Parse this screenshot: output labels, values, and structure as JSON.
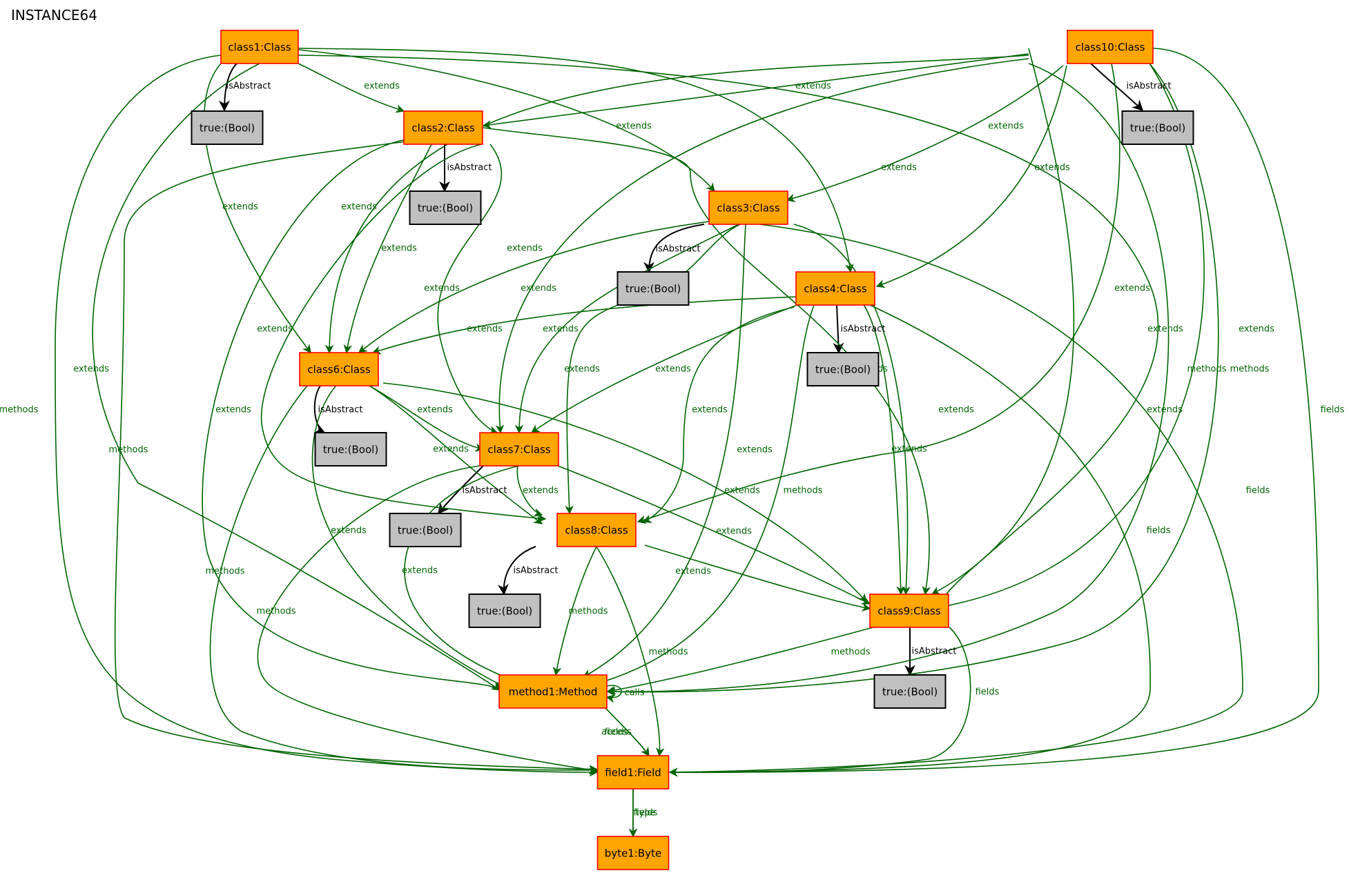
{
  "title": "INSTANCE64",
  "colors": {
    "class_fill": "#ffa500",
    "class_stroke": "#ff0000",
    "bool_fill": "#c0c0c0",
    "bool_stroke": "#000000",
    "edge_green": "#006400",
    "edge_black": "#000000"
  },
  "nodes": [
    {
      "id": "c1",
      "label": "class1:Class",
      "kind": "class"
    },
    {
      "id": "c10",
      "label": "class10:Class",
      "kind": "class"
    },
    {
      "id": "b1",
      "label": "true:(Bool)",
      "kind": "bool"
    },
    {
      "id": "b10",
      "label": "true:(Bool)",
      "kind": "bool"
    },
    {
      "id": "c2",
      "label": "class2:Class",
      "kind": "class"
    },
    {
      "id": "b2",
      "label": "true:(Bool)",
      "kind": "bool"
    },
    {
      "id": "c3",
      "label": "class3:Class",
      "kind": "class"
    },
    {
      "id": "b3",
      "label": "true:(Bool)",
      "kind": "bool"
    },
    {
      "id": "c4",
      "label": "class4:Class",
      "kind": "class"
    },
    {
      "id": "b4",
      "label": "true:(Bool)",
      "kind": "bool"
    },
    {
      "id": "c6",
      "label": "class6:Class",
      "kind": "class"
    },
    {
      "id": "b6",
      "label": "true:(Bool)",
      "kind": "bool"
    },
    {
      "id": "c7",
      "label": "class7:Class",
      "kind": "class"
    },
    {
      "id": "b7",
      "label": "true:(Bool)",
      "kind": "bool"
    },
    {
      "id": "c8",
      "label": "class8:Class",
      "kind": "class"
    },
    {
      "id": "b8",
      "label": "true:(Bool)",
      "kind": "bool"
    },
    {
      "id": "c9",
      "label": "class9:Class",
      "kind": "class"
    },
    {
      "id": "b9",
      "label": "true:(Bool)",
      "kind": "bool"
    },
    {
      "id": "m1",
      "label": "method1:Method",
      "kind": "class"
    },
    {
      "id": "f1",
      "label": "field1:Field",
      "kind": "class"
    },
    {
      "id": "by1",
      "label": "byte1:Byte",
      "kind": "class"
    }
  ],
  "edges": [
    {
      "id": "e1",
      "label": "isAbstract"
    },
    {
      "id": "e2",
      "label": "isAbstract"
    },
    {
      "id": "e3",
      "label": "isAbstract"
    },
    {
      "id": "e4",
      "label": "isAbstract"
    },
    {
      "id": "e5",
      "label": "isAbstract"
    },
    {
      "id": "e6",
      "label": "isAbstract"
    },
    {
      "id": "e7",
      "label": "isAbstract"
    },
    {
      "id": "e8",
      "label": "isAbstract"
    },
    {
      "id": "e9",
      "label": "isAbstract"
    },
    {
      "id": "e10",
      "label": "extends"
    },
    {
      "id": "e11",
      "label": "extends"
    },
    {
      "id": "e12",
      "label": "extends"
    },
    {
      "id": "e13",
      "label": "extends"
    },
    {
      "id": "e14",
      "label": "extends"
    },
    {
      "id": "e15",
      "label": "extends"
    },
    {
      "id": "e16",
      "label": "extends"
    },
    {
      "id": "e17",
      "label": "extends"
    },
    {
      "id": "e18",
      "label": "extends"
    },
    {
      "id": "e19",
      "label": "extends"
    },
    {
      "id": "e20",
      "label": "extends"
    },
    {
      "id": "e21",
      "label": "extends"
    },
    {
      "id": "e22",
      "label": "extends"
    },
    {
      "id": "e23",
      "label": "extends"
    },
    {
      "id": "e24",
      "label": "extends"
    },
    {
      "id": "e25",
      "label": "extends"
    },
    {
      "id": "e26",
      "label": "extends"
    },
    {
      "id": "e27",
      "label": "extends"
    },
    {
      "id": "e28",
      "label": "extends"
    },
    {
      "id": "e29",
      "label": "extends"
    },
    {
      "id": "e30",
      "label": "extends"
    },
    {
      "id": "e31",
      "label": "extends"
    },
    {
      "id": "e32",
      "label": "extends"
    },
    {
      "id": "e33",
      "label": "extends"
    },
    {
      "id": "e34",
      "label": "extends"
    },
    {
      "id": "e35",
      "label": "extends"
    },
    {
      "id": "e36",
      "label": "extends"
    },
    {
      "id": "e37",
      "label": "extends"
    },
    {
      "id": "e38",
      "label": "extends"
    },
    {
      "id": "e39",
      "label": "extends"
    },
    {
      "id": "e40",
      "label": "extends"
    },
    {
      "id": "e41",
      "label": "extends"
    },
    {
      "id": "e42",
      "label": "extends"
    },
    {
      "id": "e43",
      "label": "extends"
    },
    {
      "id": "e44",
      "label": "extends"
    },
    {
      "id": "e45",
      "label": "extends"
    },
    {
      "id": "e46",
      "label": "methods"
    },
    {
      "id": "e47",
      "label": "methods"
    },
    {
      "id": "e48",
      "label": "methods"
    },
    {
      "id": "e49",
      "label": "methods"
    },
    {
      "id": "e50",
      "label": "methods"
    },
    {
      "id": "e51",
      "label": "methods"
    },
    {
      "id": "e52",
      "label": "methods"
    },
    {
      "id": "e53",
      "label": "methods"
    },
    {
      "id": "e54",
      "label": "methods"
    },
    {
      "id": "e55",
      "label": "methods"
    },
    {
      "id": "e56",
      "label": "fields"
    },
    {
      "id": "e57",
      "label": "fields"
    },
    {
      "id": "e58",
      "label": "fields"
    },
    {
      "id": "e59",
      "label": "fields"
    },
    {
      "id": "e60",
      "label": "fields"
    },
    {
      "id": "e61",
      "label": "fields"
    },
    {
      "id": "e62",
      "label": "fields"
    },
    {
      "id": "e63",
      "label": "fields"
    },
    {
      "id": "e64",
      "label": "fields"
    },
    {
      "id": "e65",
      "label": "fields"
    },
    {
      "id": "e66",
      "label": "calls"
    },
    {
      "id": "e67",
      "label": "access"
    },
    {
      "id": "e68",
      "label": "type"
    }
  ]
}
